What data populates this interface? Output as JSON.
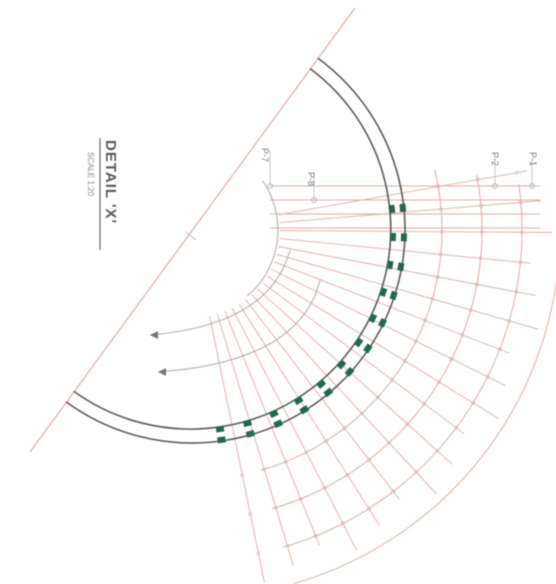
{
  "detail": {
    "title": "DETAIL 'X'",
    "scale": "SCALE 1:20"
  },
  "grid_labels": {
    "p7": "P-7",
    "p8": "P-8",
    "p2": "P-2",
    "p1": "P-1"
  },
  "colors": {
    "red_lines": "#e6a9a3",
    "dark_lines": "#5a5a5a",
    "fixings": "#1f6a4f",
    "text": "#555555"
  }
}
